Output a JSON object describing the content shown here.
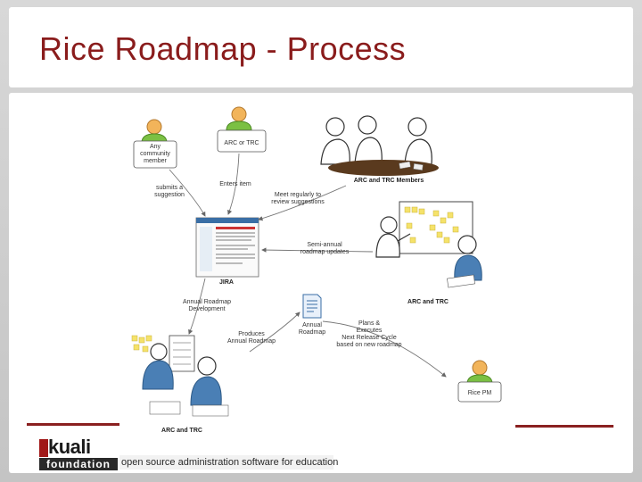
{
  "slide": {
    "title": "Rice Roadmap - Process"
  },
  "diagram": {
    "nodes": {
      "any_community_member": "Any community member",
      "arc_or_trc": "ARC or TRC",
      "arc_trc_members": "ARC and TRC Members",
      "jira": "JIRA",
      "arc_and_trc_right": "ARC and TRC",
      "annual_roadmap": "Annual Roadmap",
      "arc_and_trc_bottom": "ARC and TRC",
      "rice_pm": "Rice PM"
    },
    "edges": {
      "submits": "submits a suggestion",
      "enters": "Enters item",
      "meet": "Meet regularly to review suggestions",
      "semiannual": "Semi-annual roadmap updates",
      "annual_dev": "Annual Roadmap Development",
      "produces": "Produces Annual Roadmap",
      "plans": "Plans & Executes Next Release Cycle based on new roadmap"
    }
  },
  "footer": {
    "logo_text": "kuali",
    "logo_sub": "foundation",
    "tagline": "open source administration software for education"
  }
}
